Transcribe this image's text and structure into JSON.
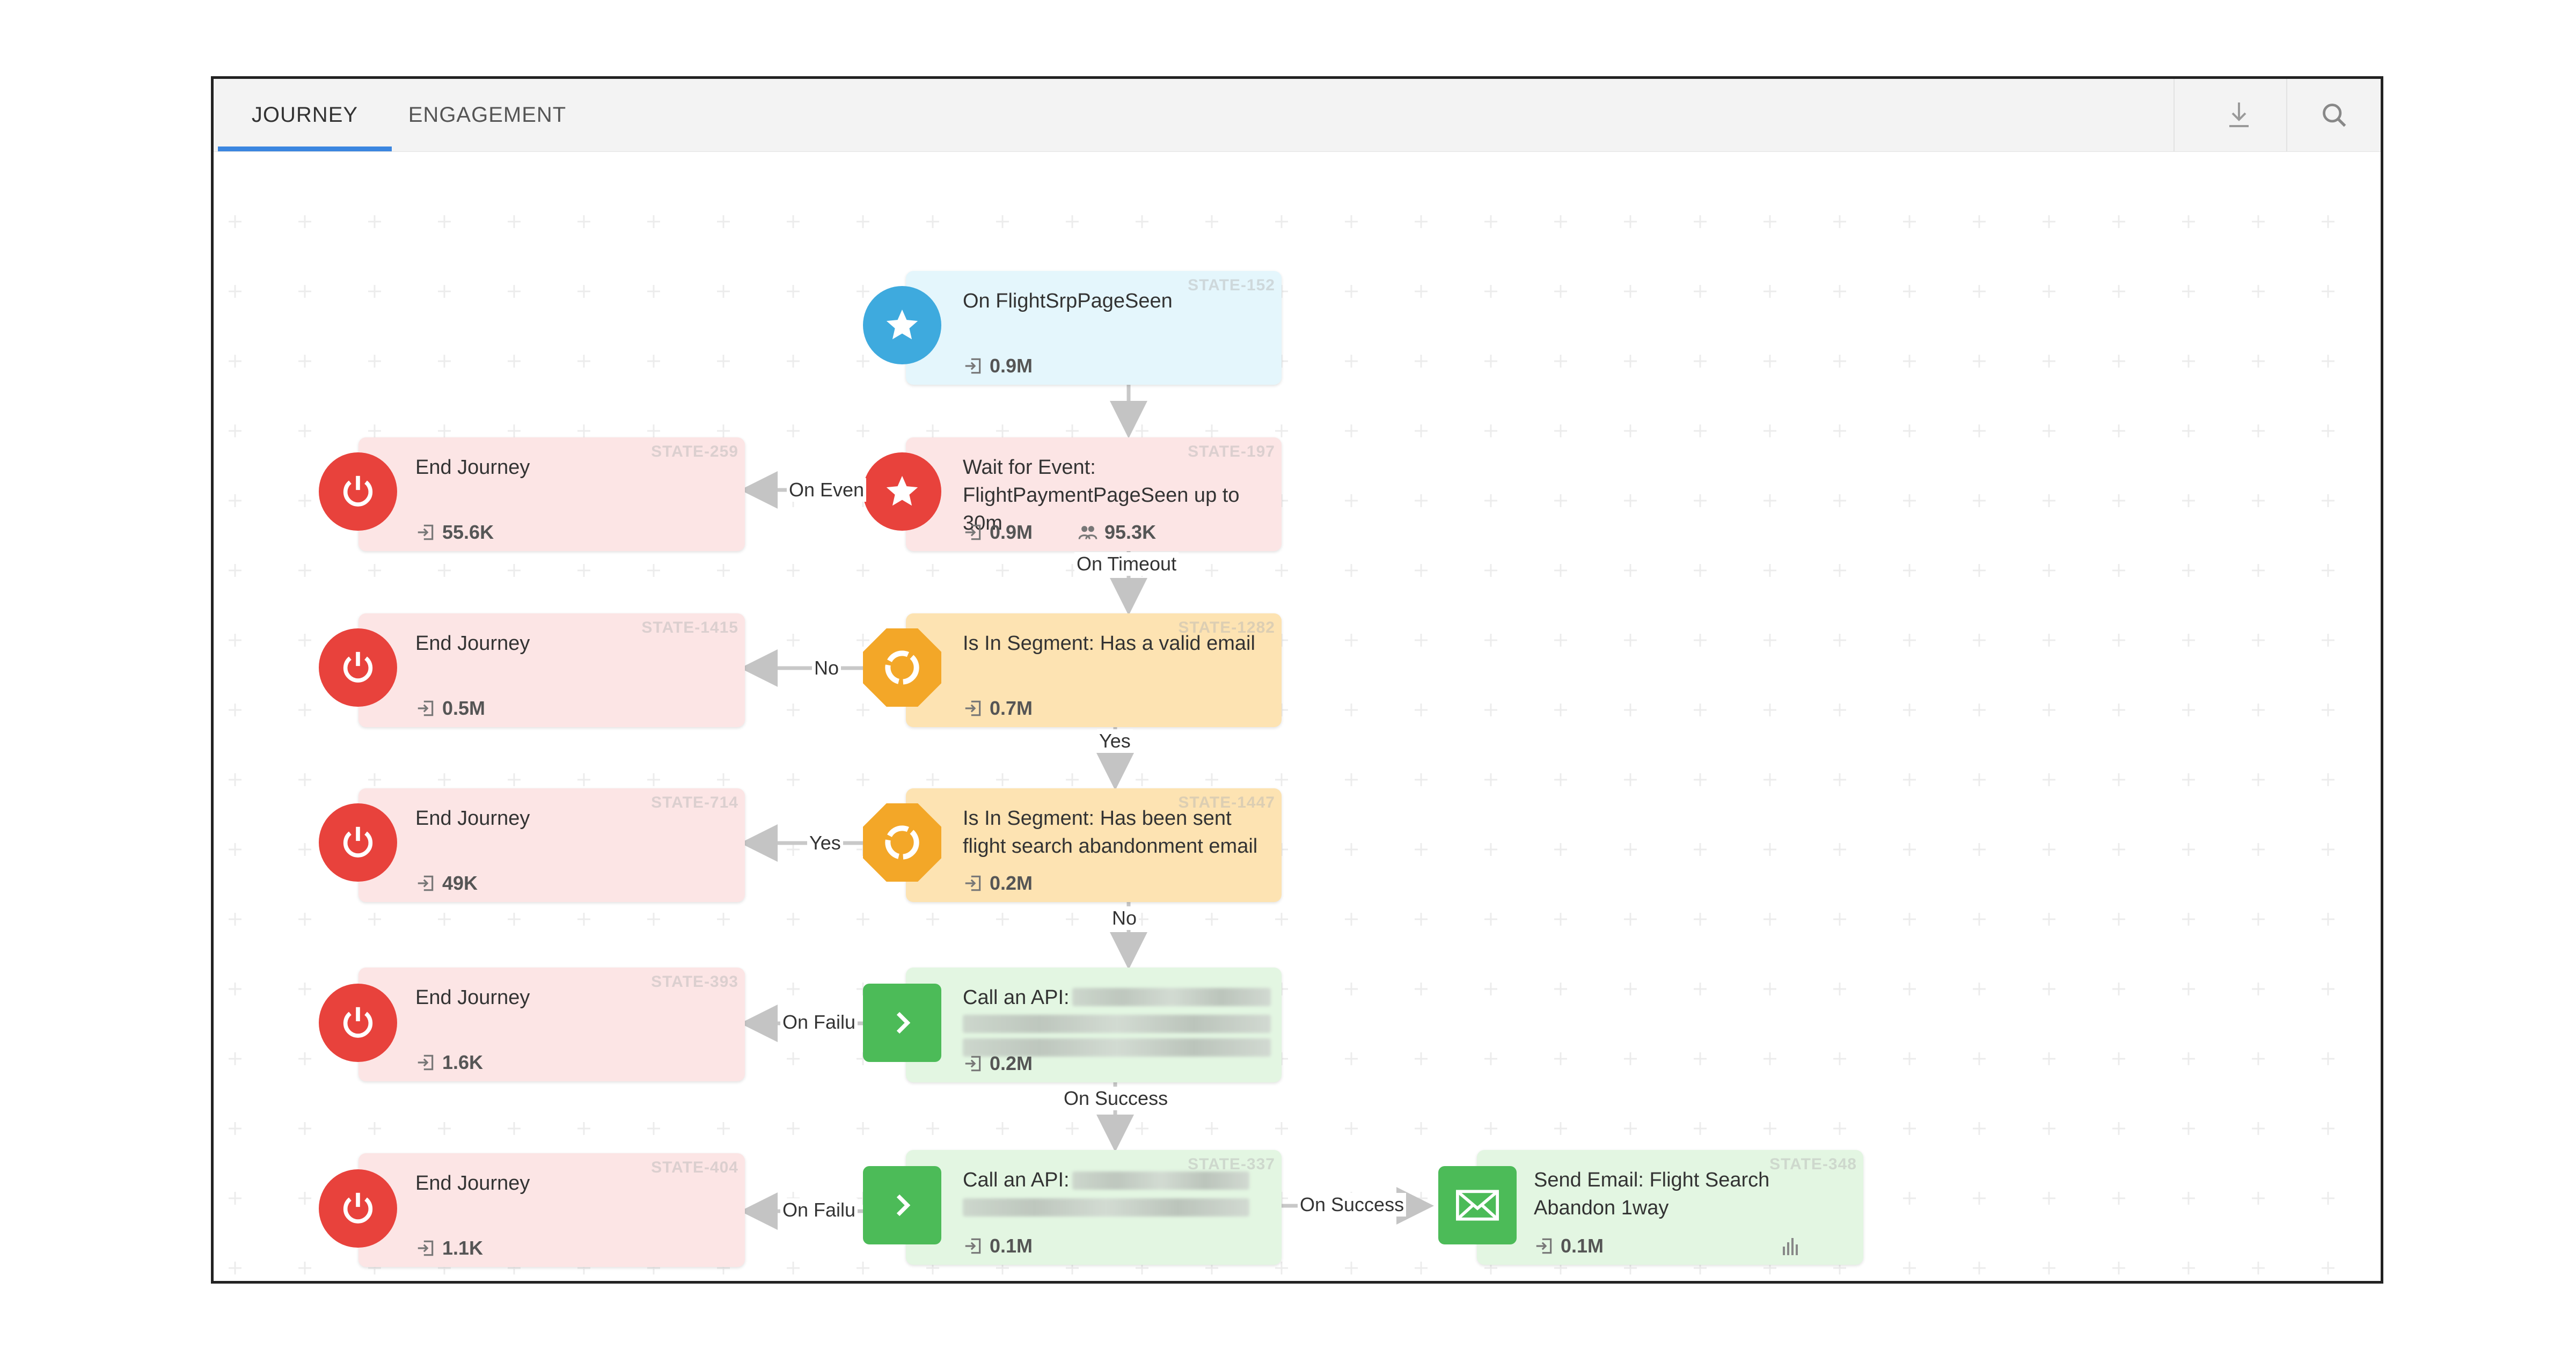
{
  "tabs": [
    {
      "label": "JOURNEY",
      "active": true
    },
    {
      "label": "ENGAGEMENT",
      "active": false
    }
  ],
  "toolbar": {
    "download_icon": "download-icon",
    "search_icon": "search-icon"
  },
  "nodes": {
    "start": {
      "title": "On FlightSrpPageSeen",
      "state": "STATE-152",
      "stat": "0.9M",
      "icon": "star-icon",
      "color": "#3eaade"
    },
    "wait": {
      "title": "Wait for Event: FlightPaymentPageSeen up to 30m",
      "state": "STATE-197",
      "stat": "0.9M",
      "stat2": "95.3K",
      "icon": "star-icon",
      "color": "#e8423c"
    },
    "seg_email": {
      "title": "Is In Segment: Has a valid email",
      "state": "STATE-1282",
      "stat": "0.7M",
      "icon": "segment-icon",
      "color": "#f3a728"
    },
    "seg_sent": {
      "title": "Is In Segment: Has been sent flight search abandonment email",
      "state": "STATE-1447",
      "stat": "0.2M",
      "icon": "segment-icon",
      "color": "#f3a728"
    },
    "api1": {
      "title": "Call an API:",
      "state": "",
      "stat": "0.2M",
      "icon": "chevron-right-icon",
      "color": "#4cbb58"
    },
    "api2": {
      "title": "Call an API:",
      "state": "STATE-337",
      "stat": "0.1M",
      "icon": "chevron-right-icon",
      "color": "#4cbb58"
    },
    "email": {
      "title": "Send Email: Flight Search Abandon 1way",
      "state": "STATE-348",
      "stat": "0.1M",
      "icon": "envelope-icon",
      "color": "#4cbb58"
    },
    "end1": {
      "title": "End Journey",
      "state": "STATE-259",
      "stat": "55.6K",
      "icon": "power-icon"
    },
    "end2": {
      "title": "End Journey",
      "state": "STATE-1415",
      "stat": "0.5M",
      "icon": "power-icon"
    },
    "end3": {
      "title": "End Journey",
      "state": "STATE-714",
      "stat": "49K",
      "icon": "power-icon"
    },
    "end4": {
      "title": "End Journey",
      "state": "STATE-393",
      "stat": "1.6K",
      "icon": "power-icon"
    },
    "end5": {
      "title": "End Journey",
      "state": "STATE-404",
      "stat": "1.1K",
      "icon": "power-icon"
    }
  },
  "edges": {
    "on_event": "On Even",
    "on_timeout": "On Timeout",
    "no_1": "No",
    "yes_1": "Yes",
    "yes_2": "Yes",
    "no_2": "No",
    "on_failure_1": "On Failu",
    "on_success_1": "On Success",
    "on_failure_2": "On Failu",
    "on_success_2": "On Success"
  }
}
